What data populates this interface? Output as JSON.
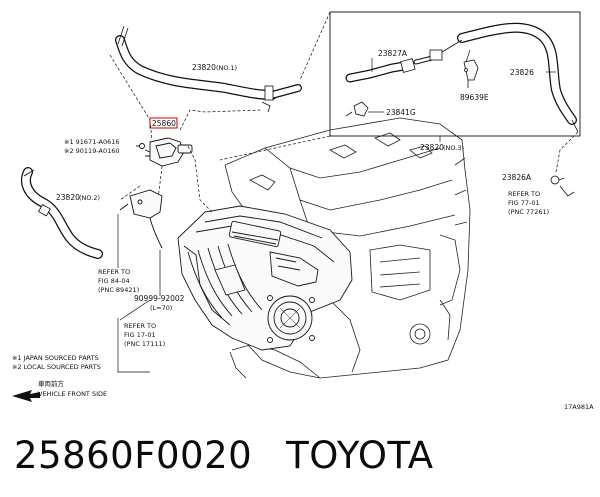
{
  "part_labels": {
    "l23820_no1": "23820",
    "l23820_no1_suffix": "(NO.1)",
    "l25860": "25860",
    "l91671": "※1  91671-A0616",
    "l90119": "※2  90119-A0160",
    "l23820_no2": "23820",
    "l23820_no2_suffix": "(NO.2)",
    "l23827a": "23827A",
    "l89639e": "89639E",
    "l23826": "23826",
    "l23841g": "23841G",
    "l23820_no3": "23820",
    "l23820_no3_suffix": "(NO.3)",
    "l23826a": "23826A",
    "l90999": "90999-92002",
    "l90999_sub": "(L=70)"
  },
  "references": {
    "ref1_line1": "REFER TO",
    "ref1_line2": "FIG 84-04",
    "ref1_line3": "(PNC 89421)",
    "ref2_line1": "REFER TO",
    "ref2_line2": "FIG 17-01",
    "ref2_line3": "(PNC 17111)",
    "ref3_line1": "REFER TO",
    "ref3_line2": "FIG 77-01",
    "ref3_line3": "(PNC 77261)"
  },
  "legend": {
    "note1": "※1  JAPAN SOURCED PARTS",
    "note2": "※2  LOCAL SOURCED PARTS",
    "front_jp": "車両前方",
    "front_en": "VEHICLE FRONT SIDE"
  },
  "figure_code": "17A981A",
  "caption": {
    "part_number": "25860F0020",
    "brand": "TOYOTA"
  }
}
